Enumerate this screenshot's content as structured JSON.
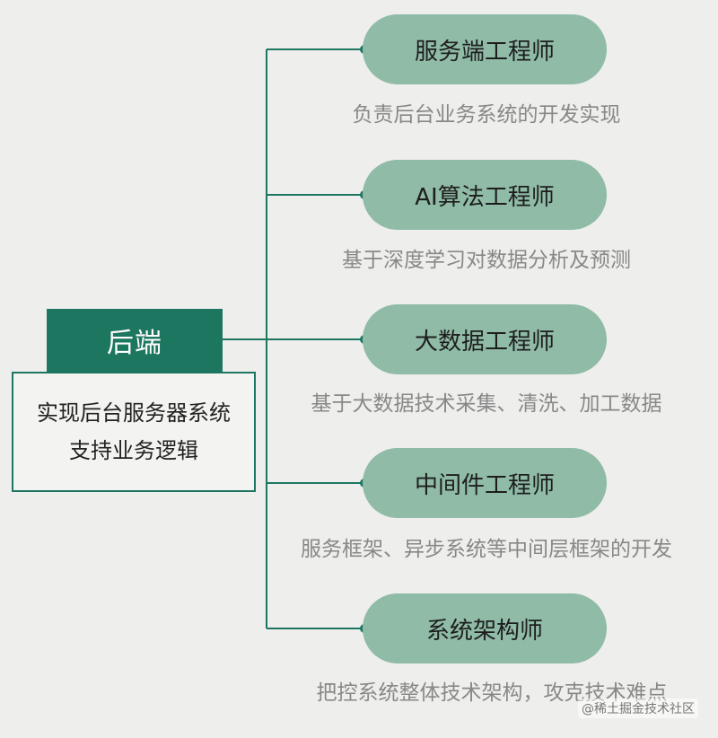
{
  "root": {
    "title": "后端",
    "desc_line1": "实现后台服务器系统",
    "desc_line2": "支持业务逻辑"
  },
  "branches": [
    {
      "title": "服务端工程师",
      "desc": "负责后台业务系统的开发实现"
    },
    {
      "title": "AI算法工程师",
      "desc": "基于深度学习对数据分析及预测"
    },
    {
      "title": "大数据工程师",
      "desc": "基于大数据技术采集、清洗、加工数据"
    },
    {
      "title": "中间件工程师",
      "desc": "服务框架、异步系统等中间层框架的开发"
    },
    {
      "title": "系统架构师",
      "desc": "把控系统整体技术架构，攻克技术难点"
    }
  ],
  "watermark": "@稀土掘金技术社区",
  "colors": {
    "primary": "#1d7760",
    "pill": "#8fbba7",
    "background": "#eeeeec",
    "desc_text": "#888888"
  }
}
